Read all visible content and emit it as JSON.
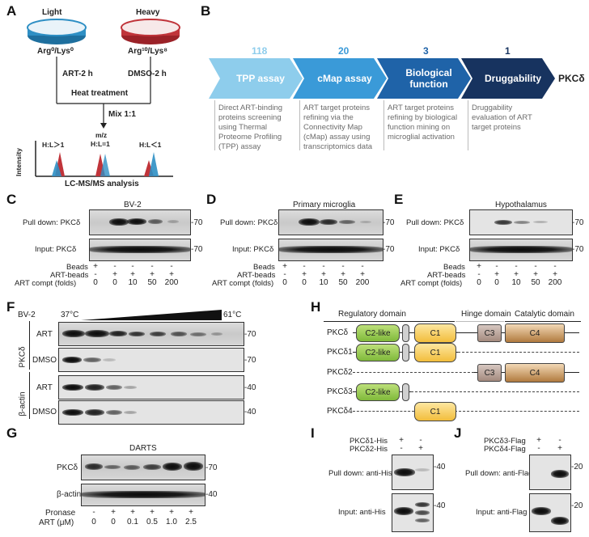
{
  "panels": {
    "A": "A",
    "B": "B",
    "C": "C",
    "D": "D",
    "E": "E",
    "F": "F",
    "G": "G",
    "H": "H",
    "I": "I",
    "J": "J"
  },
  "panelA": {
    "light": "Light",
    "heavy": "Heavy",
    "light_label": "Arg⁰/Lys⁰",
    "heavy_label": "Arg¹⁰/Lys⁸",
    "art": "ART-2 h",
    "dmso": "DMSO-2 h",
    "heat": "Heat treatment",
    "mix": "Mix 1:1",
    "mz": "m/z",
    "intensity": "Intensity",
    "peaks": [
      "H:L＞1",
      "H:L=1",
      "H:L＜1"
    ],
    "lcms": "LC-MS/MS analysis",
    "colors": {
      "light": "#2e8fc4",
      "heavy": "#c0343a"
    }
  },
  "panelB": {
    "counts": [
      "118",
      "20",
      "3",
      "1"
    ],
    "steps": [
      "TPP assay",
      "cMap assay",
      "Biological function",
      "Druggability"
    ],
    "final": "PKCδ",
    "desc": [
      "Direct ART-binding proteins screening using Thermal Proteome Profiling (TPP) assay",
      "ART target proteins refining via the Connectivity Map (cMap) assay using transcriptomics data",
      "ART target proteins refining by biological function mining on microglial activation",
      "Druggability evaluation of ART target proteins"
    ],
    "colors": [
      "#8ecdec",
      "#3a9ad8",
      "#1f63a8",
      "#17335f"
    ]
  },
  "panelC": {
    "title": "BV-2"
  },
  "panelD": {
    "title": "Primary microglia"
  },
  "panelE": {
    "title": "Hypothalamus"
  },
  "pulldown": {
    "pull": "Pull down: PKCδ",
    "input": "Input: PKCδ",
    "mw": "-70",
    "rows": [
      "Beads",
      "ART-beads",
      "ART compt (folds)"
    ],
    "beads": [
      "+",
      "-",
      "-",
      "-",
      "-",
      "-"
    ],
    "artbeads": [
      "-",
      "+",
      "+",
      "+",
      "+",
      "+"
    ],
    "compt": [
      "0",
      "0",
      "10",
      "50",
      "200"
    ],
    "compt_first": "0"
  },
  "panelF": {
    "cell": "BV-2",
    "t_start": "37°C",
    "t_end": "61°C",
    "group1": "PKCδ",
    "group2": "β-actin",
    "rows": [
      "ART",
      "DMSO",
      "ART",
      "DMSO"
    ],
    "mw": [
      "-70",
      "-70",
      "-40",
      "-40"
    ]
  },
  "panelG": {
    "title": "DARTS",
    "rows": [
      "PKCδ",
      "β-actin"
    ],
    "mw": [
      "-70",
      "-40"
    ],
    "pronase_label": "Pronase",
    "art_label": "ART (μM)",
    "pronase": [
      "-",
      "+",
      "+",
      "+",
      "+",
      "+"
    ],
    "art": [
      "0",
      "0",
      "0.1",
      "0.5",
      "1.0",
      "2.5"
    ]
  },
  "panelH": {
    "headers": [
      "Regulatory domain",
      "Hinge domain",
      "Catalytic domain"
    ],
    "isoforms": [
      "PKCδ",
      "PKCδ1",
      "PKCδ2",
      "PKCδ3",
      "PKCδ4"
    ],
    "domains": {
      "c2": "C2-like",
      "c1": "C1",
      "c3": "C3",
      "c4": "C4"
    }
  },
  "panelI": {
    "rows": [
      "PKCδ1-His",
      "PKCδ2-His"
    ],
    "signs": [
      [
        "+",
        "-"
      ],
      [
        "-",
        "+"
      ]
    ],
    "pull": "Pull down: anti-His",
    "input": "Input: anti-His",
    "mw": [
      "-40",
      "-40"
    ]
  },
  "panelJ": {
    "rows": [
      "PKCδ3-Flag",
      "PKCδ4-Flag"
    ],
    "signs": [
      [
        "+",
        "-"
      ],
      [
        "-",
        "+"
      ]
    ],
    "pull": "Pull down: anti-Flag",
    "input": "Input: anti-Flag",
    "mw": [
      "-20",
      "-20"
    ]
  }
}
